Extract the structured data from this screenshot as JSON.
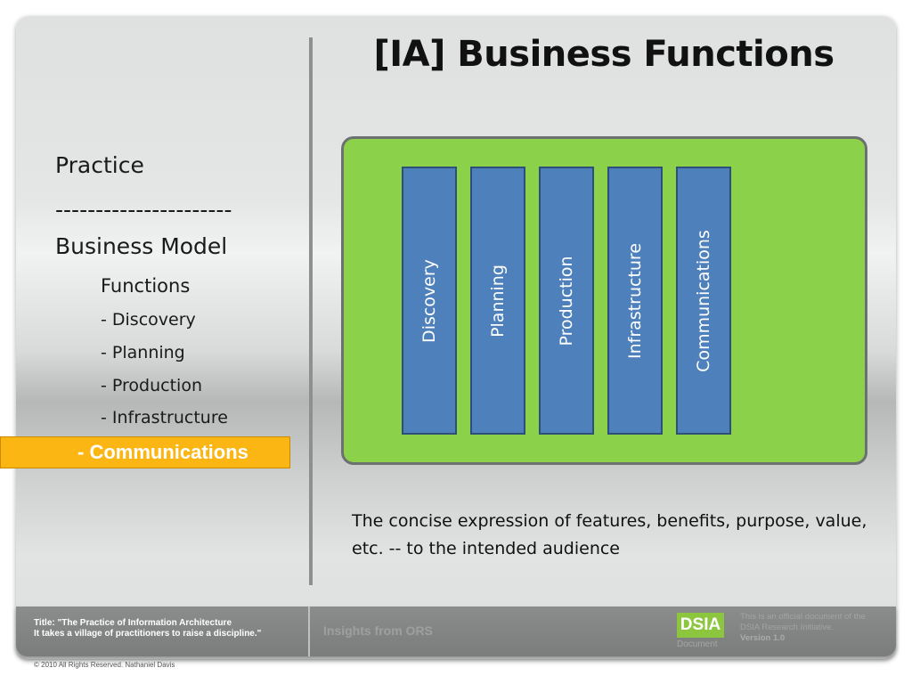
{
  "title": "[IA] Business Functions",
  "nav": {
    "practice": "Practice",
    "separator": "----------------------",
    "business_model": "Business Model",
    "functions": "Functions",
    "discovery": "- Discovery",
    "planning": "- Planning",
    "production": "- Production",
    "infrastructure": "- Infrastructure",
    "communications_active": "- Communications"
  },
  "diagram": {
    "columns": [
      "Discovery",
      "Planning",
      "Production",
      "Infrastructure",
      "Communications"
    ]
  },
  "description": "The concise expression of features, benefits, purpose, value, etc. -- to the intended audience",
  "footer": {
    "title_line1": "Title: \"The Practice of Information Architecture",
    "title_line2": "It takes a village of practitioners to raise a discipline.\"",
    "insights": "Insights from ORS",
    "badge": "DSIA",
    "badge_sub": "Document",
    "official_line1": "This is an official document of the",
    "official_line2": "DSIA Research Initiative.",
    "version": "Version 1.0"
  },
  "copyright": "©  2010 All Rights Reserved. Nathaniel Davis",
  "colors": {
    "panel_green": "#8cd14a",
    "column_blue": "#4e80bc",
    "active_orange": "#fcb614",
    "badge_green": "#8cc63f"
  }
}
